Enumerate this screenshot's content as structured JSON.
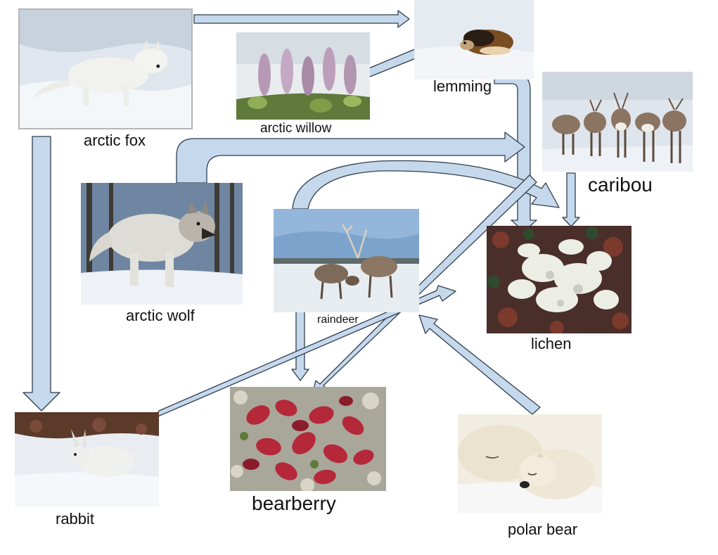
{
  "organisms": {
    "arctic_fox": "arctic fox",
    "lemming": "lemming",
    "arctic_willow": "arctic willow",
    "caribou": "caribou",
    "arctic_wolf": "arctic wolf",
    "raindeer": "raindeer",
    "lichen": "lichen",
    "rabbit": "rabbit",
    "bearberry": "bearberry",
    "polar_bear": "polar bear"
  },
  "colors": {
    "arrow_fill": "#c6d9ec",
    "arrow_outline": "#2f3d4d",
    "snow": "#eef2f7"
  },
  "icons": {
    "arrow": "block-arrow",
    "curved_arrow": "curved-block-arrow"
  }
}
